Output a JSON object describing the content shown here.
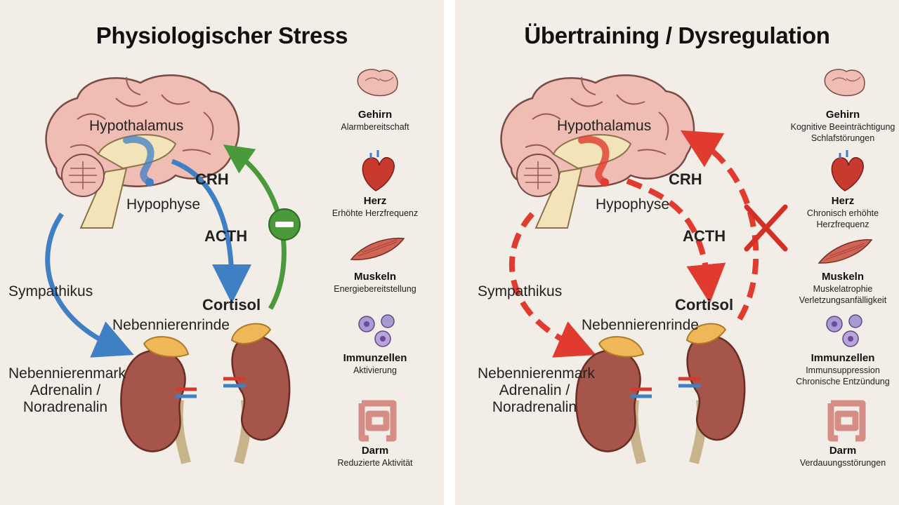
{
  "panels": [
    {
      "title": "Physiologischer Stress",
      "labels": {
        "hypothalamus": "Hypothalamus",
        "crh": "CRH",
        "hypophyse": "Hypophyse",
        "acth": "ACTH",
        "cortisol": "Cortisol",
        "sympathikus": "Sympathikus",
        "nebennierenrinde": "Nebennierenrinde",
        "nebennierenmark": [
          "Nebennierenmark",
          "Adrenalin /",
          "Noradrenalin"
        ]
      },
      "organs": [
        {
          "name": "Gehirn",
          "desc": [
            "Alarmbereitschaft"
          ]
        },
        {
          "name": "Herz",
          "desc": [
            "Erhöhte Herzfrequenz"
          ]
        },
        {
          "name": "Muskeln",
          "desc": [
            "Energiebereitstellung"
          ]
        },
        {
          "name": "Immunzellen",
          "desc": [
            "Aktivierung"
          ]
        },
        {
          "name": "Darm",
          "desc": [
            "Reduzierte Aktivität"
          ]
        }
      ]
    },
    {
      "title": "Übertraining / Dysregulation",
      "labels": {
        "hypothalamus": "Hypothalamus",
        "crh": "CRH",
        "hypophyse": "Hypophyse",
        "acth": "ACTH",
        "cortisol": "Cortisol",
        "sympathikus": "Sympathikus",
        "nebennierenrinde": "Nebennierenrinde",
        "nebennierenmark": [
          "Nebennierenmark",
          "Adrenalin /",
          "Noradrenalin"
        ]
      },
      "organs": [
        {
          "name": "Gehirn",
          "desc": [
            "Kognitive Beeinträchtigung",
            "Schlafstörungen"
          ]
        },
        {
          "name": "Herz",
          "desc": [
            "Chronisch erhöhte",
            "Herzfrequenz"
          ]
        },
        {
          "name": "Muskeln",
          "desc": [
            "Muskelatrophie",
            "Verletzungsanfälligkeit"
          ]
        },
        {
          "name": "Immunzellen",
          "desc": [
            "Immunsuppression",
            "Chronische Entzündung"
          ]
        },
        {
          "name": "Darm",
          "desc": [
            "Verdauungsstörungen"
          ]
        }
      ]
    }
  ],
  "colors": {
    "normal_arrow": "#3f7fc4",
    "feedback_arrow": "#4a9a3c",
    "dysregulation_arrow": "#e03b2e"
  }
}
